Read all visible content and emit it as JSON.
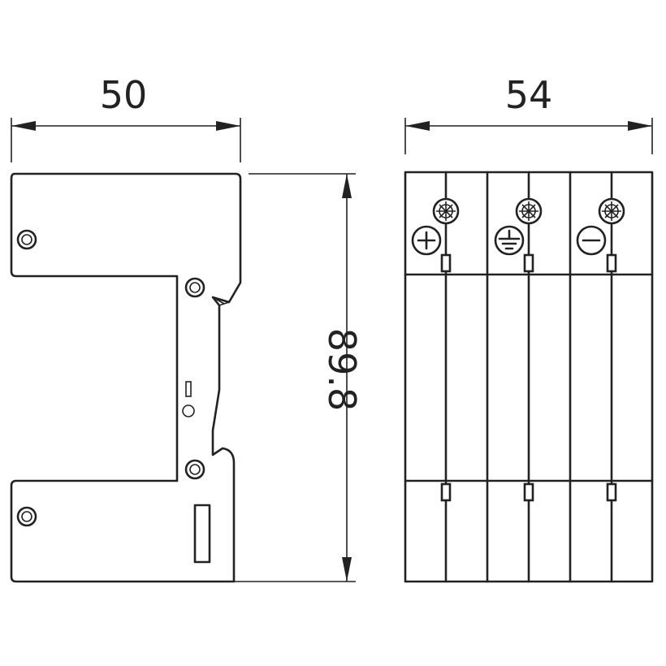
{
  "dimensions": {
    "side_width": "50",
    "front_width": "54",
    "height": "89.8"
  },
  "terminals": [
    {
      "symbol": "plus-icon"
    },
    {
      "symbol": "earth-ground-icon"
    },
    {
      "symbol": "minus-icon"
    }
  ]
}
